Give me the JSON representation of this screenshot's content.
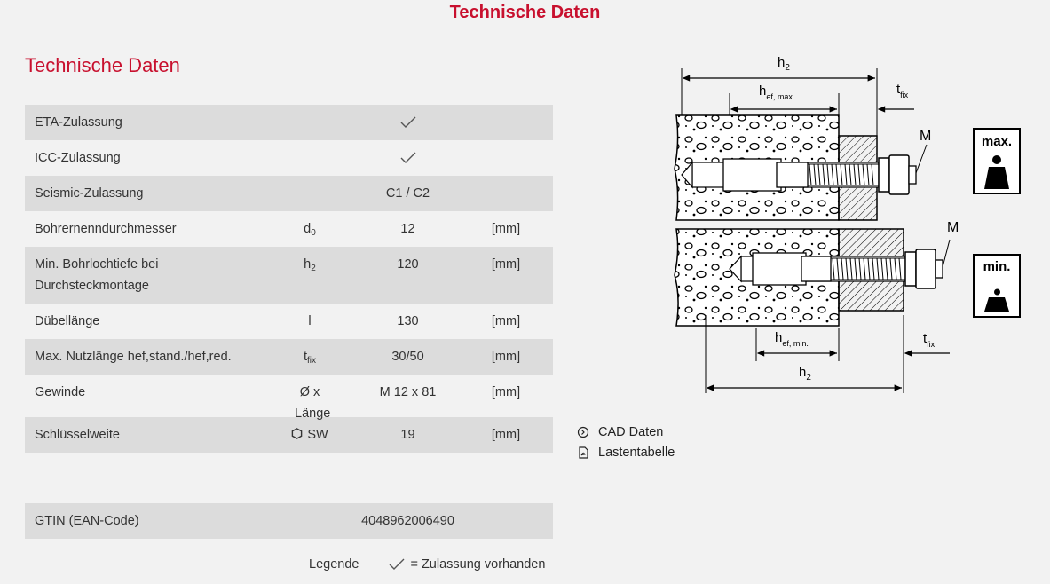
{
  "header": {
    "title": "Technische Daten"
  },
  "section": {
    "title": "Technische Daten"
  },
  "specs": [
    {
      "label": "ETA-Zulassung",
      "value": "check"
    },
    {
      "label": "ICC-Zulassung",
      "value": "check"
    },
    {
      "label": "Seismic-Zulassung",
      "value": "C1 / C2"
    },
    {
      "label": "Bohrernenndurchmesser",
      "symbol": "d",
      "symbol_sub": "0",
      "value": "12",
      "unit": "[mm]"
    },
    {
      "label": "Min. Bohrlochtiefe bei Durchsteckmontage",
      "symbol": "h",
      "symbol_sub": "2",
      "value": "120",
      "unit": "[mm]"
    },
    {
      "label": "Dübellänge",
      "symbol": "l",
      "value": "130",
      "unit": "[mm]"
    },
    {
      "label": "Max. Nutzlänge hef,stand./hef,red.",
      "symbol": "t",
      "symbol_sub": "fix",
      "value": "30/50",
      "unit": "[mm]"
    },
    {
      "label": "Gewinde",
      "symbol": "Ø x Länge",
      "value": "M 12 x 81",
      "unit": "[mm]"
    },
    {
      "label": "Schlüsselweite",
      "symbol": "SW",
      "value": "19",
      "unit": "[mm]"
    }
  ],
  "gtin": {
    "label": "GTIN (EAN-Code)",
    "value": "4048962006490"
  },
  "legend": {
    "label": "Legende",
    "text": "= Zulassung vorhanden"
  },
  "diagram": {
    "h2": "h",
    "h2_sub": "2",
    "hef_max": "h",
    "hef_max_sub": "ef, max.",
    "hef_min": "h",
    "hef_min_sub": "ef, min.",
    "tfix": "t",
    "tfix_sub": "fix",
    "m": "M",
    "max_label": "max.",
    "min_label": "min."
  },
  "links": [
    {
      "label": "CAD Daten",
      "icon": "circle-arrow-icon"
    },
    {
      "label": "Lastentabelle",
      "icon": "pdf-icon"
    }
  ],
  "colors": {
    "accent": "#c8102e",
    "row_shade": "#dcdcdc",
    "background": "#f2f2f2"
  }
}
